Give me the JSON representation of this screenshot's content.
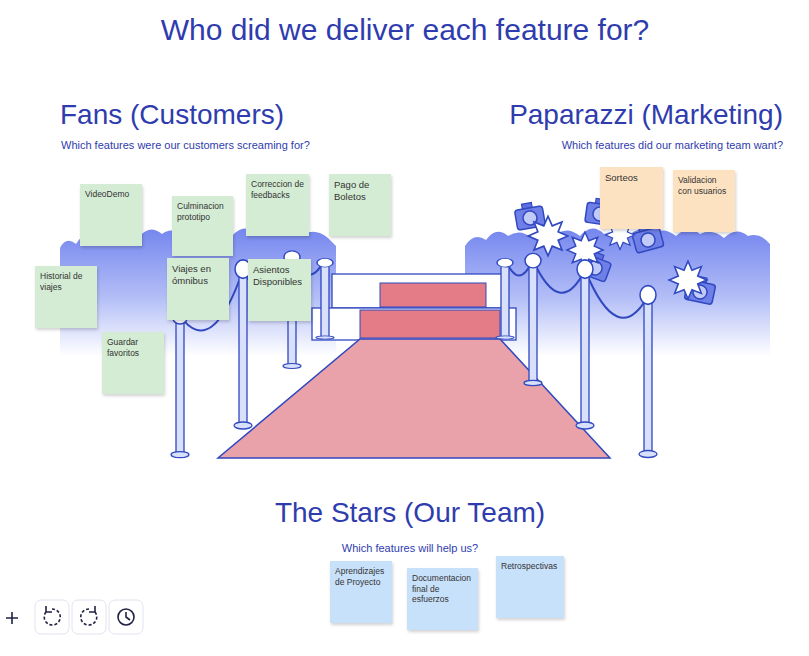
{
  "diagram": {
    "title": "Who did we deliver each feature for?",
    "nodes": [
      {
        "text": [
          "VideoDemo"
        ]
      },
      {
        "text": [
          "Culminacion prototipo"
        ]
      },
      {
        "text": [
          "Correccion de feedbacks"
        ]
      },
      {
        "text": [
          "Pago de Boletos"
        ]
      },
      {
        "text": [
          "Historial de viajes"
        ]
      },
      {
        "text": [
          "Viajes en ómnibus"
        ]
      },
      {
        "text": [
          "Asientos Disponibles"
        ]
      },
      {
        "text": [
          "Guardar favoritos"
        ]
      },
      {
        "text": [
          "Sorteos"
        ]
      },
      {
        "text": [
          "Validacion con usuarios"
        ]
      },
      {
        "text": [
          "Aprendizajes de Proyecto"
        ]
      },
      {
        "text": [
          "Documentacion final de esfuerzos"
        ]
      },
      {
        "text": [
          "Retrospectivas"
        ]
      }
    ],
    "labels": [
      "Fans (Customers)",
      "Which features were our customers screaming for?",
      "Paparazzi (Marketing)",
      "Which features did our marketing team want?",
      "The Stars (Our Team)",
      "Which features will help us?"
    ]
  }
}
